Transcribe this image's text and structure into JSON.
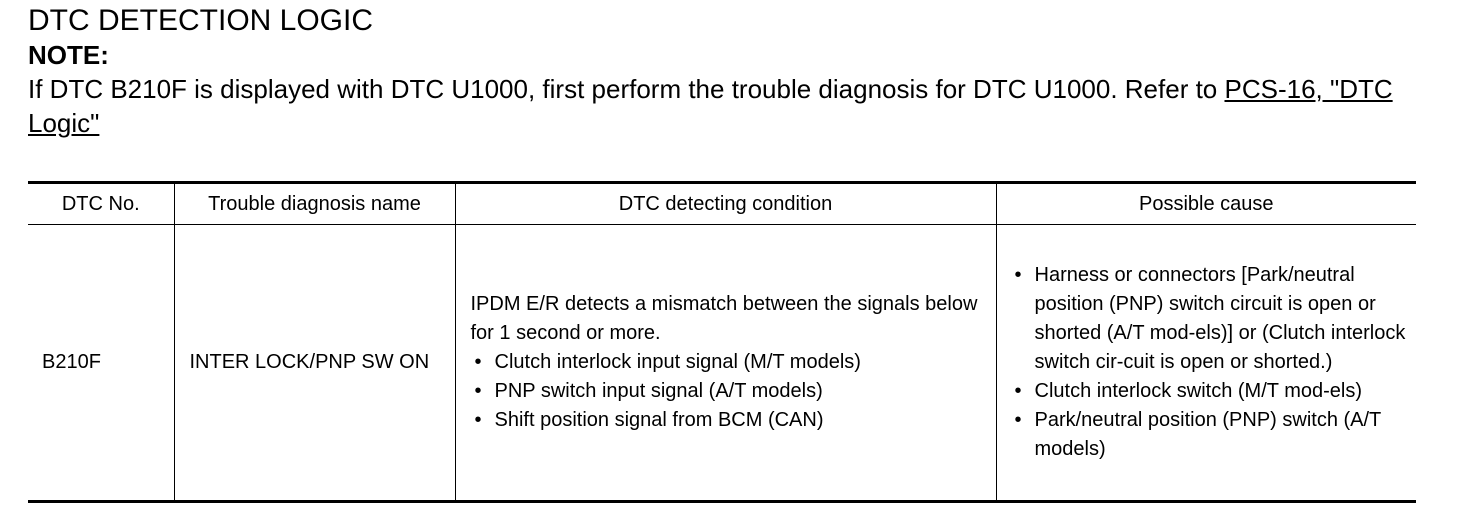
{
  "title": "DTC DETECTION LOGIC",
  "note": {
    "label": "NOTE:",
    "text": "If DTC B210F is displayed with DTC U1000, first perform the trouble diagnosis for DTC U1000. Refer to ",
    "link": "PCS-16, \"DTC Logic\""
  },
  "table": {
    "headers": [
      "DTC No.",
      "Trouble diagnosis name",
      "DTC detecting condition",
      "Possible cause"
    ],
    "row": {
      "dtc_no": "B210F",
      "name": "INTER LOCK/PNP SW ON",
      "condition_intro": "IPDM E/R detects a mismatch between the signals below for 1 second or more.",
      "condition_items": [
        "Clutch interlock input signal (M/T models)",
        "PNP switch input signal (A/T models)",
        "Shift position signal from BCM (CAN)"
      ],
      "causes": [
        "Harness or connectors [Park/neutral position (PNP) switch circuit is open or shorted (A/T mod-els)] or (Clutch interlock switch cir-cuit is open or shorted.)",
        "Clutch interlock switch (M/T mod-els)",
        "Park/neutral position (PNP) switch (A/T models)"
      ]
    }
  }
}
